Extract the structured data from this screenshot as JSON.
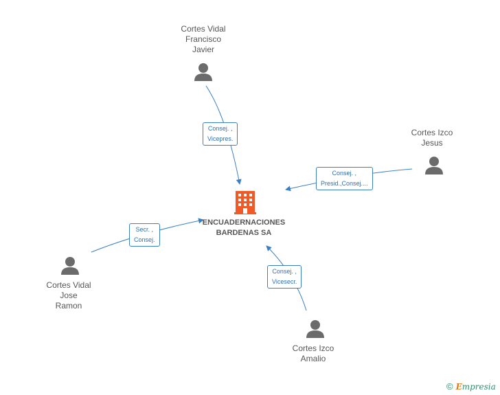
{
  "company": {
    "name_line1": "ENCUADERNACIONES",
    "name_line2": "BARDENAS SA",
    "icon": "building-icon",
    "color": "#f05a28"
  },
  "people": [
    {
      "id": "francisco",
      "lines": [
        "Cortes Vidal",
        "Francisco",
        "Javier"
      ],
      "icon": "person-icon"
    },
    {
      "id": "jesus",
      "lines": [
        "Cortes Izco",
        "Jesus"
      ],
      "icon": "person-icon"
    },
    {
      "id": "ramon",
      "lines": [
        "Cortes Vidal",
        "Jose",
        "Ramon"
      ],
      "icon": "person-icon"
    },
    {
      "id": "amalio",
      "lines": [
        "Cortes Izco",
        "Amalio"
      ],
      "icon": "person-icon"
    }
  ],
  "relations": [
    {
      "from": "francisco",
      "lines": [
        "Consej. ,",
        "Vicepres."
      ]
    },
    {
      "from": "jesus",
      "lines": [
        "Consej. ,",
        "Presid.,Consej...."
      ]
    },
    {
      "from": "ramon",
      "lines": [
        "Secr. ,",
        "Consej."
      ]
    },
    {
      "from": "amalio",
      "lines": [
        "Consej. ,",
        "Vicesecr."
      ]
    }
  ],
  "colors": {
    "edge": "#3a7fc4",
    "person": "#6b6b6b",
    "text": "#555555"
  },
  "brand": {
    "copyright": "©",
    "e": "E",
    "rest": "mpresia"
  }
}
